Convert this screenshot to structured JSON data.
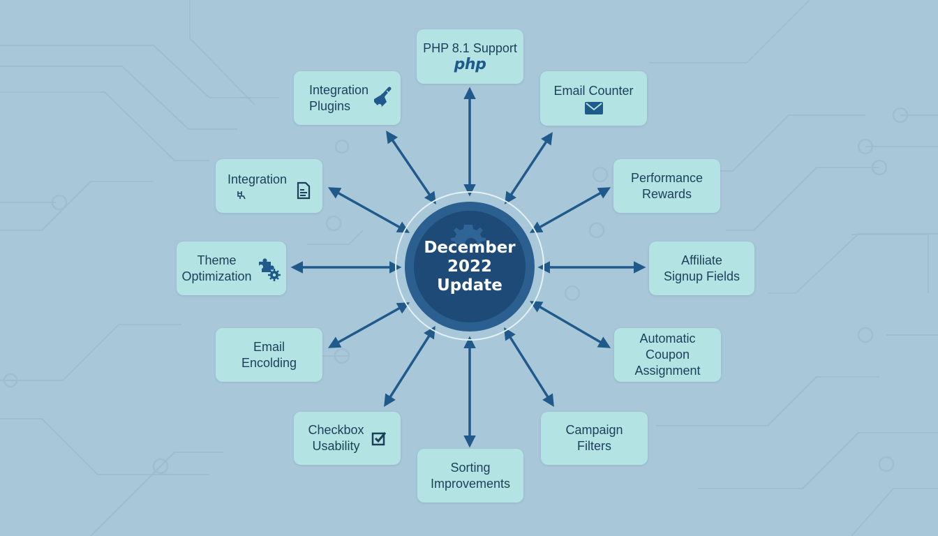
{
  "colors": {
    "background": "#a8c7d9",
    "node_fill": "#b3e3e2",
    "node_text": "#1c3f5a",
    "arrow": "#1f5a8a",
    "center_outer": "#2b5f8f",
    "center_inner": "#1d4a76",
    "ring": "#e6f1f6"
  },
  "center": {
    "title": "December\n2022\nUpdate",
    "icon": "gear-icon"
  },
  "nodes": [
    {
      "id": "php-support",
      "label": "PHP 8.1 Support",
      "icon": "php-logo",
      "icon_text": "php"
    },
    {
      "id": "email-counter",
      "label": "Email Counter",
      "icon": "envelope-icon"
    },
    {
      "id": "performance-rewards",
      "label": "Performance\nRewards",
      "icon": null
    },
    {
      "id": "affiliate-signup-fields",
      "label": "Affiliate\nSignup Fields",
      "icon": null
    },
    {
      "id": "automatic-coupon-assignment",
      "label": "Automatic\nCoupon Assignment",
      "icon": null
    },
    {
      "id": "campaign-filters",
      "label": "Campaign\nFilters",
      "icon": null
    },
    {
      "id": "sorting-improvements",
      "label": "Sorting\nImprovements",
      "icon": null
    },
    {
      "id": "checkbox-usability",
      "label": "Checkbox\nUsability",
      "icon": "checkbox-icon"
    },
    {
      "id": "email-encoding",
      "label": "Email\nEncolding",
      "icon": null
    },
    {
      "id": "theme-optimization",
      "label": "Theme\nOptimization",
      "icon": "puzzle-gear-icon"
    },
    {
      "id": "integration",
      "label": "Integration",
      "icon": "document-icon",
      "sub_icon": "people-icon"
    },
    {
      "id": "integration-plugins",
      "label": "Integration\nPlugins",
      "icon": "puzzle-plug-icon"
    }
  ]
}
